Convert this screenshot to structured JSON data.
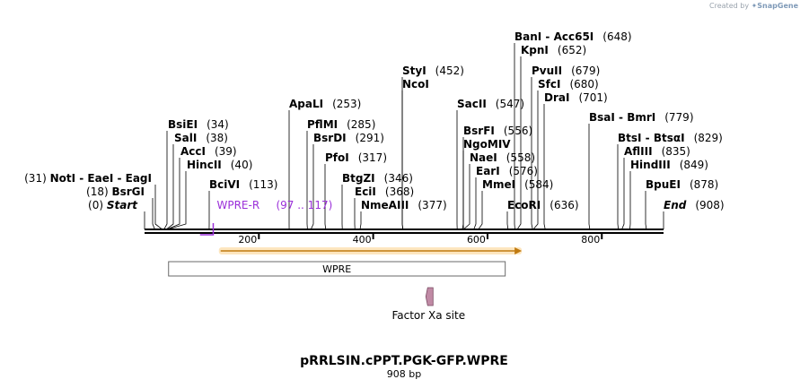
{
  "header": {
    "credit_prefix": "Created by",
    "credit_brand": "SnapGene"
  },
  "map": {
    "title": "pRRLSIN.cPPT.PGK-GFP.WPRE",
    "length_label": "908 bp",
    "total_bp": 908,
    "ticks": [
      {
        "pos": 200,
        "label": "200"
      },
      {
        "pos": 400,
        "label": "400"
      },
      {
        "pos": 600,
        "label": "600"
      },
      {
        "pos": 800,
        "label": "800"
      }
    ],
    "sites": [
      {
        "side": "left",
        "pos_label": "(31)",
        "names": [
          "NotI",
          "EaeI",
          "EagI"
        ],
        "pos": 31
      },
      {
        "side": "left",
        "pos_label": "(18)",
        "names": [
          "BsrGI"
        ],
        "pos": 18
      },
      {
        "side": "left",
        "pos_label": "(0)",
        "names": [
          "Start"
        ],
        "pos": 0,
        "italic": true
      },
      {
        "side": "right",
        "pos_label": "(34)",
        "names": [
          "BsiEI"
        ],
        "pos": 34
      },
      {
        "side": "right",
        "pos_label": "(38)",
        "names": [
          "SalI"
        ],
        "pos": 38
      },
      {
        "side": "right",
        "pos_label": "(39)",
        "names": [
          "AccI"
        ],
        "pos": 39
      },
      {
        "side": "right",
        "pos_label": "(40)",
        "names": [
          "HincII"
        ],
        "pos": 40
      },
      {
        "side": "right",
        "pos_label": "(113)",
        "names": [
          "BciVI"
        ],
        "pos": 113
      },
      {
        "side": "right",
        "pos_label": "(253)",
        "names": [
          "ApaLI"
        ],
        "pos": 253
      },
      {
        "side": "right",
        "pos_label": "(285)",
        "names": [
          "PflMI"
        ],
        "pos": 285
      },
      {
        "side": "right",
        "pos_label": "(291)",
        "names": [
          "BsrDI"
        ],
        "pos": 291
      },
      {
        "side": "right",
        "pos_label": "(317)",
        "names": [
          "PfoI"
        ],
        "pos": 317
      },
      {
        "side": "right",
        "pos_label": "(346)",
        "names": [
          "BtgZI"
        ],
        "pos": 346
      },
      {
        "side": "right",
        "pos_label": "(368)",
        "names": [
          "EciI"
        ],
        "pos": 368
      },
      {
        "side": "right",
        "pos_label": "(377)",
        "names": [
          "NmeAIII"
        ],
        "pos": 377
      },
      {
        "side": "right",
        "pos_label": "(452)",
        "names": [
          "StyI"
        ],
        "pos": 452
      },
      {
        "side": "right",
        "pos_label": "",
        "names": [
          "NcoI"
        ],
        "pos": 452
      },
      {
        "side": "right",
        "pos_label": "(547)",
        "names": [
          "SacII"
        ],
        "pos": 547
      },
      {
        "side": "right",
        "pos_label": "(556)",
        "names": [
          "BsrFI"
        ],
        "pos": 556
      },
      {
        "side": "right",
        "pos_label": "",
        "names": [
          "NgoMIV"
        ],
        "pos": 558
      },
      {
        "side": "right",
        "pos_label": "(558)",
        "names": [
          "NaeI"
        ],
        "pos": 558
      },
      {
        "side": "right",
        "pos_label": "(576)",
        "names": [
          "EarI"
        ],
        "pos": 576
      },
      {
        "side": "right",
        "pos_label": "(584)",
        "names": [
          "MmeI"
        ],
        "pos": 584
      },
      {
        "side": "right",
        "pos_label": "(636)",
        "names": [
          "EcoRI"
        ],
        "pos": 636
      },
      {
        "side": "right",
        "pos_label": "(648)",
        "names": [
          "BanI",
          "Acc65I"
        ],
        "pos": 648
      },
      {
        "side": "right",
        "pos_label": "(652)",
        "names": [
          "KpnI"
        ],
        "pos": 652
      },
      {
        "side": "right",
        "pos_label": "(679)",
        "names": [
          "PvuII"
        ],
        "pos": 679
      },
      {
        "side": "right",
        "pos_label": "(680)",
        "names": [
          "SfcI"
        ],
        "pos": 680
      },
      {
        "side": "right",
        "pos_label": "(701)",
        "names": [
          "DraI"
        ],
        "pos": 701
      },
      {
        "side": "right",
        "pos_label": "(779)",
        "names": [
          "BsaI",
          "BmrI"
        ],
        "pos": 779
      },
      {
        "side": "right",
        "pos_label": "(829)",
        "names": [
          "BtsI",
          "BtsαI"
        ],
        "pos": 829
      },
      {
        "side": "right",
        "pos_label": "(835)",
        "names": [
          "AflIII"
        ],
        "pos": 835
      },
      {
        "side": "right",
        "pos_label": "(849)",
        "names": [
          "HindIII"
        ],
        "pos": 849
      },
      {
        "side": "right",
        "pos_label": "(878)",
        "names": [
          "BpuEI"
        ],
        "pos": 878
      },
      {
        "side": "right",
        "pos_label": "(908)",
        "names": [
          "End"
        ],
        "pos": 908,
        "italic": true
      }
    ],
    "primer": {
      "name": "WPRE-R",
      "range_label": "(97 .. 117)",
      "start": 97,
      "end": 117,
      "color": "#9b30d9"
    },
    "orf": {
      "start": 130,
      "end": 660,
      "fill": "#f5a623"
    },
    "features": [
      {
        "name": "WPRE",
        "start": 42,
        "end": 631
      },
      {
        "name": "Factor Xa site",
        "start": 495,
        "end": 505,
        "color": "#c08aa5"
      }
    ]
  }
}
